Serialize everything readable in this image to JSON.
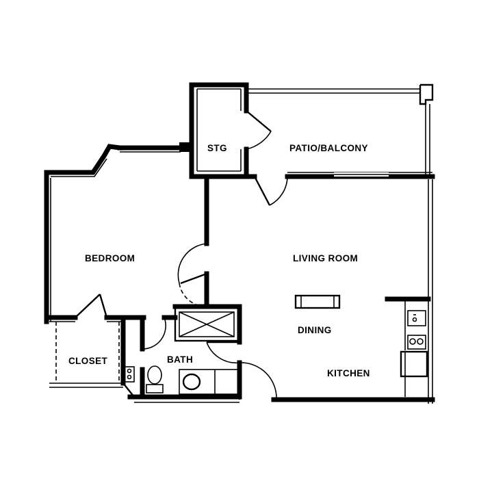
{
  "rooms": {
    "stg": "STG",
    "patio": "PATIO/BALCONY",
    "bedroom": "BEDROOM",
    "living": "LIVING ROOM",
    "dining": "DINING",
    "closet": "CLOSET",
    "bath": "BATH",
    "kitchen": "KITCHEN"
  }
}
